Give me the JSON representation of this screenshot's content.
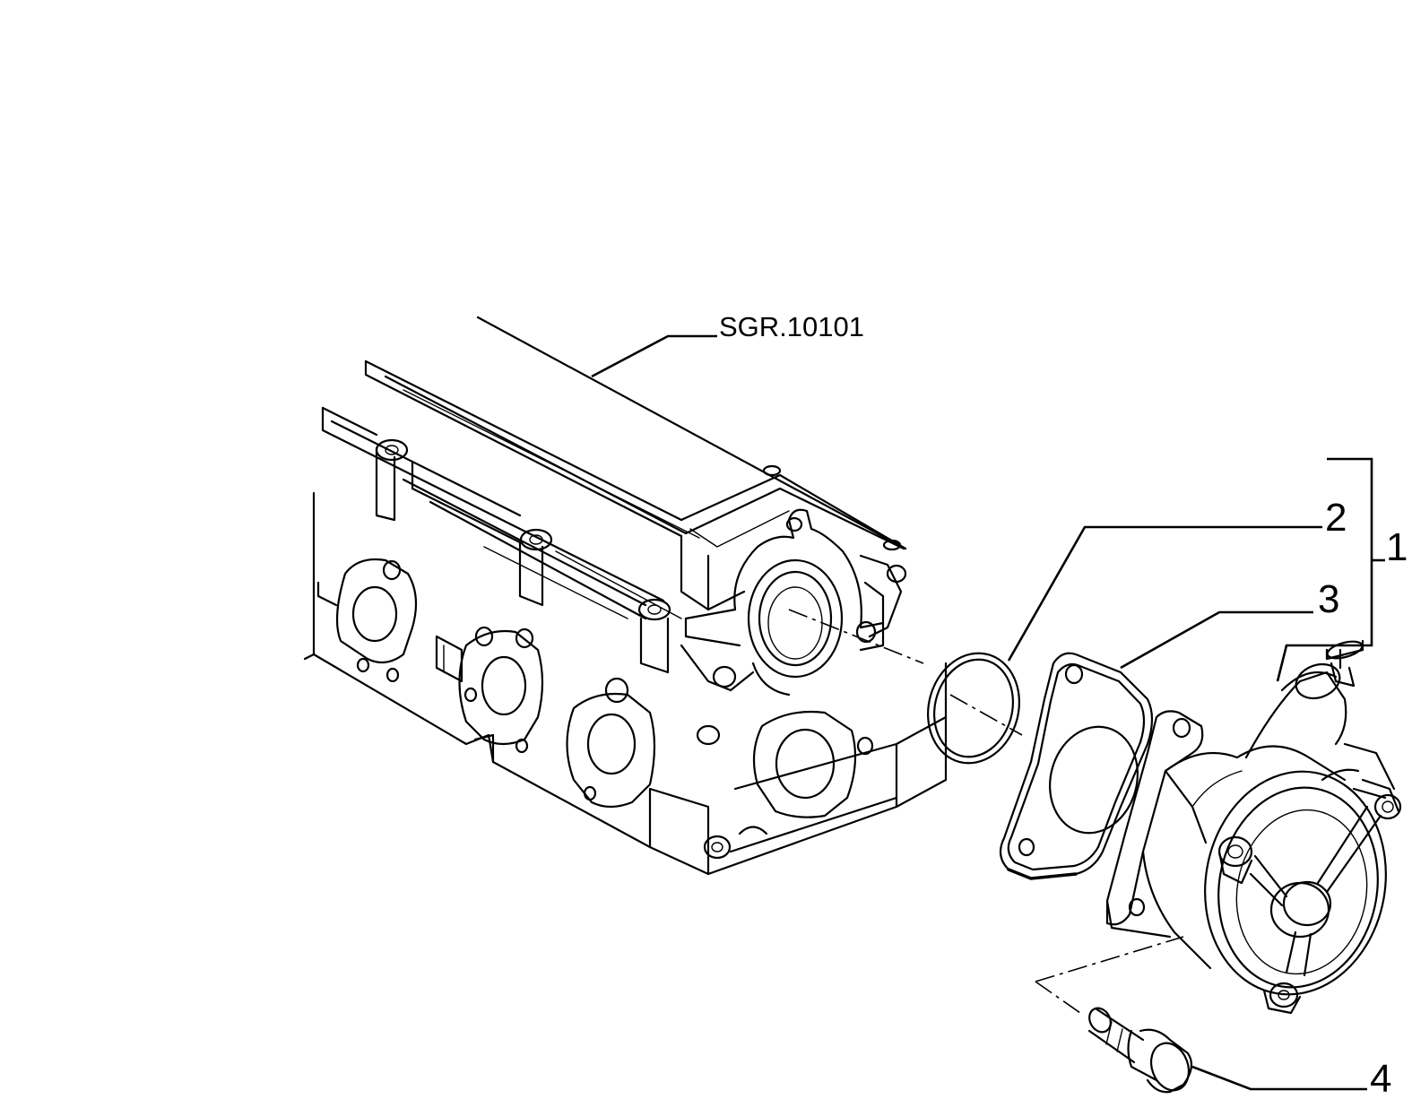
{
  "references": {
    "cylinder_head": "SGR.10101"
  },
  "callouts": [
    {
      "id": "1",
      "label": "1"
    },
    {
      "id": "2",
      "label": "2"
    },
    {
      "id": "3",
      "label": "3"
    },
    {
      "id": "4",
      "label": "4"
    }
  ]
}
